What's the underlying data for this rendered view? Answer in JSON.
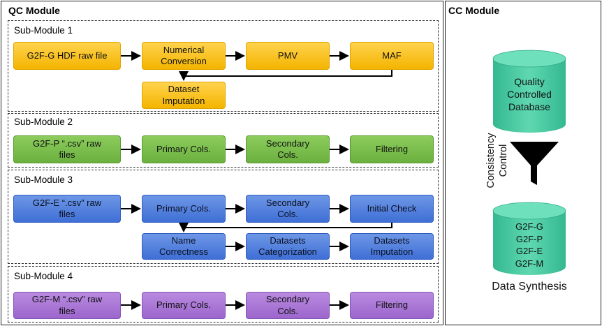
{
  "qc": {
    "title": "QC Module",
    "sub1": {
      "title": "Sub-Module 1",
      "boxes": [
        "G2F-G HDF raw file",
        "Numerical\nConversion",
        "PMV",
        "MAF",
        "Dataset\nImputation"
      ]
    },
    "sub2": {
      "title": "Sub-Module 2",
      "boxes": [
        "G2F-P “.csv” raw\nfiles",
        "Primary Cols.",
        "Secondary\nCols.",
        "Filtering"
      ]
    },
    "sub3": {
      "title": "Sub-Module 3",
      "boxes": [
        "G2F-E “.csv” raw\nfiles",
        "Primary Cols.",
        "Secondary\nCols.",
        "Initial Check",
        "Name\nCorrectness",
        "Datasets\nCategorization",
        "Datasets\nImputation"
      ]
    },
    "sub4": {
      "title": "Sub-Module 4",
      "boxes": [
        "G2F-M “.csv” raw\nfiles",
        "Primary Cols.",
        "Secondary\nCols.",
        "Filtering"
      ]
    }
  },
  "cc": {
    "title": "CC Module",
    "top_cylinder": "Quality\nControlled\nDatabase",
    "funnel_label": "Consistency\nControl",
    "bottom_cylinder": "G2F-G\nG2F-P\nG2F-E\nG2F-M",
    "caption": "Data Synthesis"
  },
  "colors": {
    "yellow": "#f4b400",
    "green": "#6bb040",
    "blue": "#3f6fd6",
    "purple": "#9c66cc",
    "teal": "#3dc49a"
  }
}
